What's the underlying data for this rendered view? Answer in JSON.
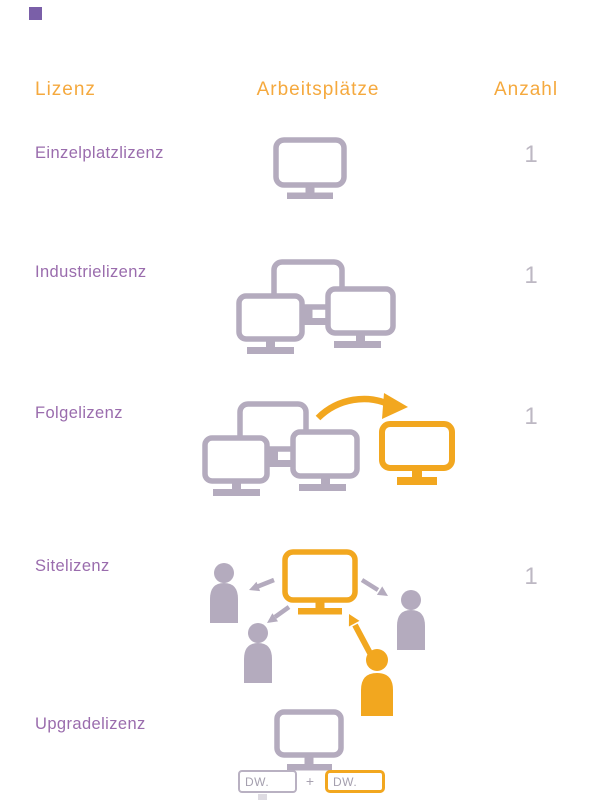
{
  "header": {
    "columns": [
      {
        "label": "Lizenz"
      },
      {
        "label": "Arbeitsplätze"
      },
      {
        "label": "Anzahl"
      }
    ]
  },
  "rows": [
    {
      "label": "Einzelplatzlizenz",
      "count": "1",
      "icon": "single-monitor"
    },
    {
      "label": "Industrielizenz",
      "count": "1",
      "icon": "three-monitor-cluster"
    },
    {
      "label": "Folgelizenz",
      "count": "1",
      "icon": "cluster-arrow-to-new-monitor"
    },
    {
      "label": "Sitelizenz",
      "count": "1",
      "icon": "central-monitor-with-users"
    },
    {
      "label": "Upgradelizenz",
      "count": "",
      "icon": "monitor-with-upgrade-boxes"
    }
  ],
  "upgrade": {
    "left_box": "DW.",
    "plus": "+",
    "right_box": "DW."
  },
  "colors": {
    "header_orange": "#f5a93e",
    "accent_orange": "#f2a71f",
    "label_purple": "#9a6cad",
    "icon_gray": "#b4abbe",
    "count_gray": "#bdb8c3",
    "logo_purple": "#7a5fa8"
  }
}
